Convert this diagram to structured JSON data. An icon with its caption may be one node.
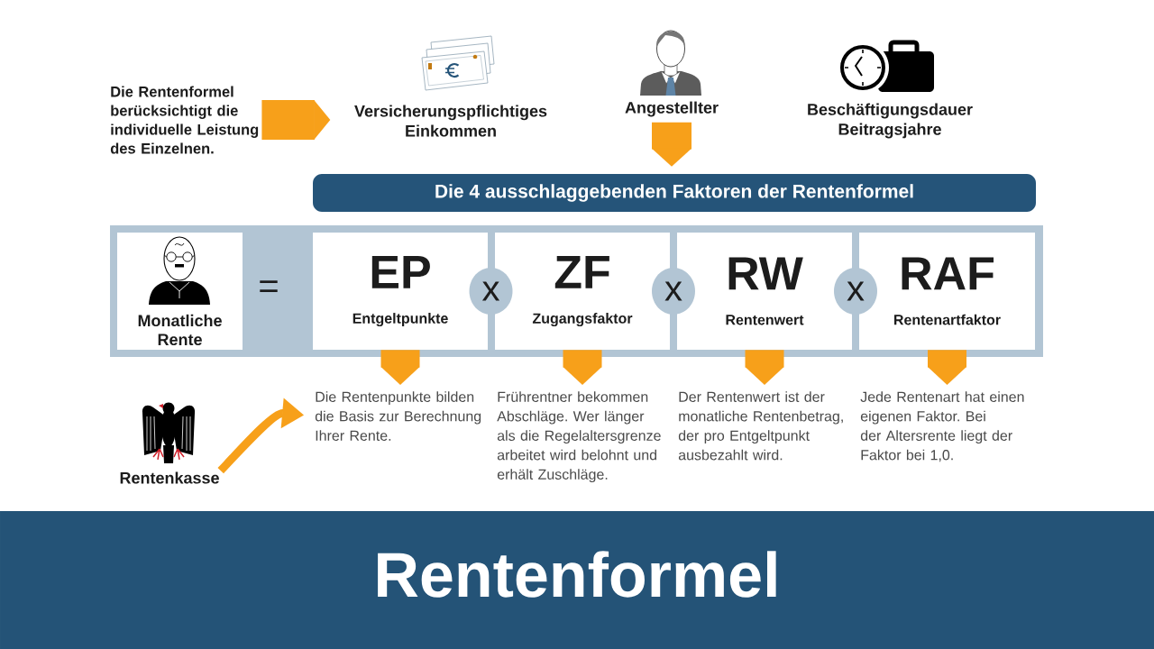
{
  "diagram": {
    "title": "Rentenformel",
    "nodes": [
      {
        "text": [
          "Die Rentenformel berücksichtigt die individuelle Leistung des Einzelnen."
        ]
      },
      {
        "text": [
          "Versicherungspflichtiges Einkommen"
        ]
      },
      {
        "text": [
          "Angestellter"
        ]
      },
      {
        "text": [
          "Beschäftigungsdauer Beitragsjahre"
        ]
      },
      {
        "text": [
          "Die 4 ausschlaggebenden Faktoren der Rentenformel"
        ]
      },
      {
        "text": [],
        "shape": "box"
      },
      {
        "text": [
          "Monatliche Rente"
        ],
        "in": 5
      },
      {
        "text": [
          "EP",
          "Entgeltpunkte"
        ],
        "in": 5
      },
      {
        "text": [
          "x"
        ],
        "in": 5
      },
      {
        "text": [
          "ZF",
          "Zugangsfaktor"
        ],
        "in": 5
      },
      {
        "text": [
          "x"
        ],
        "in": 5
      },
      {
        "text": [
          "RW",
          "Rentenwert"
        ],
        "in": 5
      },
      {
        "text": [
          "x"
        ],
        "in": 5
      },
      {
        "text": [
          "RAF",
          "Rentenartfaktor"
        ],
        "in": 5
      },
      {
        "text": [
          "Rentenkasse"
        ]
      },
      {
        "text": [
          "Die Rentenpunkte bilden die Basis zur Berechnung Ihrer Rente."
        ]
      },
      {
        "text": [
          "Frührentner bekommen Abschläge. Wer länger als die Regelaltersgrenze arbeitet wird belohnt und erhält Zuschläge."
        ]
      },
      {
        "text": [
          "Der Rentenwert ist der monatliche Rentenbetrag, der pro Entgeltpunkt ausbezahlt wird."
        ]
      },
      {
        "text": [
          "Jede Rentenart hat einen eigenen Faktor. Bei der Altersrente liegt der Faktor bei 1,0."
        ]
      }
    ],
    "edges": [
      {
        "from": 0,
        "to": 1,
        "arrow": "to"
      },
      {
        "from": 2,
        "to": 4,
        "arrow": "to"
      },
      {
        "from": 7,
        "to": 15,
        "arrow": "to"
      },
      {
        "from": 9,
        "to": 16,
        "arrow": "to"
      },
      {
        "from": 11,
        "to": 17,
        "arrow": "to"
      },
      {
        "from": 13,
        "to": 18,
        "arrow": "to"
      },
      {
        "from": 14,
        "to": 15,
        "arrow": "to"
      }
    ],
    "labels": [
      "="
    ]
  }
}
